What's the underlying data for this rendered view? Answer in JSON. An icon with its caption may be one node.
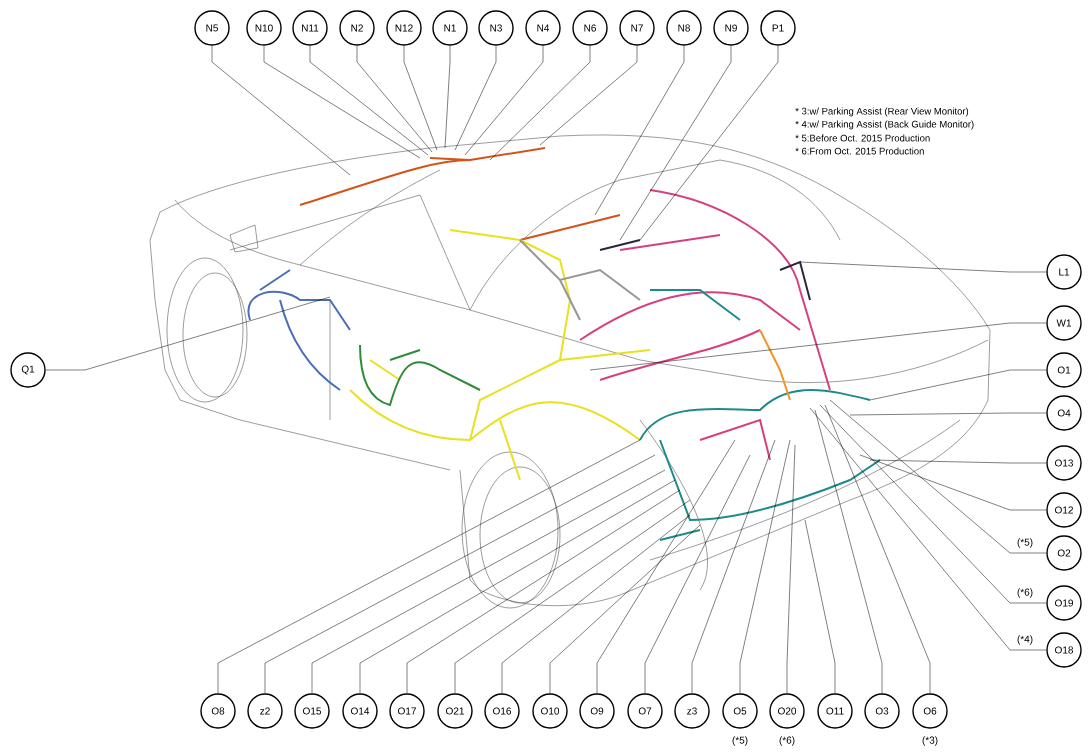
{
  "diagram": {
    "nodes": [
      {
        "text": [
          "N5"
        ]
      },
      {
        "text": [
          "N10"
        ]
      },
      {
        "text": [
          "N11"
        ]
      },
      {
        "text": [
          "N2"
        ]
      },
      {
        "text": [
          "N12"
        ]
      },
      {
        "text": [
          "N1"
        ]
      },
      {
        "text": [
          "N3"
        ]
      },
      {
        "text": [
          "N4"
        ]
      },
      {
        "text": [
          "N6"
        ]
      },
      {
        "text": [
          "N7"
        ]
      },
      {
        "text": [
          "N8"
        ]
      },
      {
        "text": [
          "N9"
        ]
      },
      {
        "text": [
          "P1"
        ]
      },
      {
        "text": [
          "L1"
        ]
      },
      {
        "text": [
          "Q1"
        ]
      },
      {
        "text": [
          "W1"
        ]
      },
      {
        "text": [
          "O1"
        ]
      },
      {
        "text": [
          "O4"
        ]
      },
      {
        "text": [
          "O13"
        ]
      },
      {
        "text": [
          "O12"
        ]
      },
      {
        "text": [
          "O2"
        ],
        "beside": [
          "(*5)"
        ]
      },
      {
        "text": [
          "O19"
        ],
        "beside": [
          "(*6)"
        ]
      },
      {
        "text": [
          "O18"
        ],
        "beside": [
          "(*4)"
        ]
      },
      {
        "text": [
          "O8"
        ]
      },
      {
        "text": [
          "z2"
        ]
      },
      {
        "text": [
          "O15"
        ]
      },
      {
        "text": [
          "O14"
        ]
      },
      {
        "text": [
          "O17"
        ]
      },
      {
        "text": [
          "O21"
        ]
      },
      {
        "text": [
          "O16"
        ]
      },
      {
        "text": [
          "O10"
        ]
      },
      {
        "text": [
          "O9"
        ]
      },
      {
        "text": [
          "O7"
        ]
      },
      {
        "text": [
          "z3"
        ]
      },
      {
        "text": [
          "O5"
        ],
        "beside": [
          "(*5)"
        ]
      },
      {
        "text": [
          "O20"
        ],
        "beside": [
          "(*6)"
        ]
      },
      {
        "text": [
          "O11"
        ]
      },
      {
        "text": [
          "O3"
        ]
      },
      {
        "text": [
          "O6"
        ],
        "beside": [
          "(*3)"
        ]
      }
    ],
    "edges": [
      {
        "from": 0,
        "to": null,
        "arrow": "none"
      },
      {
        "from": 1,
        "to": null,
        "arrow": "none"
      },
      {
        "from": 2,
        "to": null,
        "arrow": "none"
      },
      {
        "from": 3,
        "to": null,
        "arrow": "none"
      },
      {
        "from": 4,
        "to": null,
        "arrow": "none"
      },
      {
        "from": 5,
        "to": null,
        "arrow": "none"
      },
      {
        "from": 6,
        "to": null,
        "arrow": "none"
      },
      {
        "from": 7,
        "to": null,
        "arrow": "none"
      },
      {
        "from": 8,
        "to": null,
        "arrow": "none"
      },
      {
        "from": 9,
        "to": null,
        "arrow": "none"
      },
      {
        "from": 10,
        "to": null,
        "arrow": "none"
      },
      {
        "from": 11,
        "to": null,
        "arrow": "none"
      },
      {
        "from": 12,
        "to": null,
        "arrow": "none"
      },
      {
        "from": 13,
        "to": null,
        "arrow": "none"
      },
      {
        "from": 14,
        "to": null,
        "arrow": "none"
      },
      {
        "from": 15,
        "to": null,
        "arrow": "none"
      },
      {
        "from": 16,
        "to": null,
        "arrow": "none"
      },
      {
        "from": 17,
        "to": null,
        "arrow": "none"
      },
      {
        "from": 18,
        "to": null,
        "arrow": "none"
      },
      {
        "from": 19,
        "to": null,
        "arrow": "none"
      },
      {
        "from": 20,
        "to": null,
        "arrow": "none"
      },
      {
        "from": 21,
        "to": null,
        "arrow": "none"
      },
      {
        "from": 22,
        "to": null,
        "arrow": "none"
      },
      {
        "from": 23,
        "to": null,
        "arrow": "none"
      },
      {
        "from": 24,
        "to": null,
        "arrow": "none"
      },
      {
        "from": 25,
        "to": null,
        "arrow": "none"
      },
      {
        "from": 26,
        "to": null,
        "arrow": "none"
      },
      {
        "from": 27,
        "to": null,
        "arrow": "none"
      },
      {
        "from": 28,
        "to": null,
        "arrow": "none"
      },
      {
        "from": 29,
        "to": null,
        "arrow": "none"
      },
      {
        "from": 30,
        "to": null,
        "arrow": "none"
      },
      {
        "from": 31,
        "to": null,
        "arrow": "none"
      },
      {
        "from": 32,
        "to": null,
        "arrow": "none"
      },
      {
        "from": 33,
        "to": null,
        "arrow": "none"
      },
      {
        "from": 34,
        "to": null,
        "arrow": "none"
      },
      {
        "from": 35,
        "to": null,
        "arrow": "none"
      },
      {
        "from": 36,
        "to": null,
        "arrow": "none"
      },
      {
        "from": 37,
        "to": null,
        "arrow": "none"
      },
      {
        "from": 38,
        "to": null,
        "arrow": "none"
      }
    ],
    "labels": [
      "* 3:w/ Parking Assist (Rear View Monitor)",
      "* 4:w/ Parking Assist (Back Guide Monitor)",
      "* 5:Before Oct. 2015 Production",
      "* 6:From Oct. 2015 Production"
    ]
  }
}
